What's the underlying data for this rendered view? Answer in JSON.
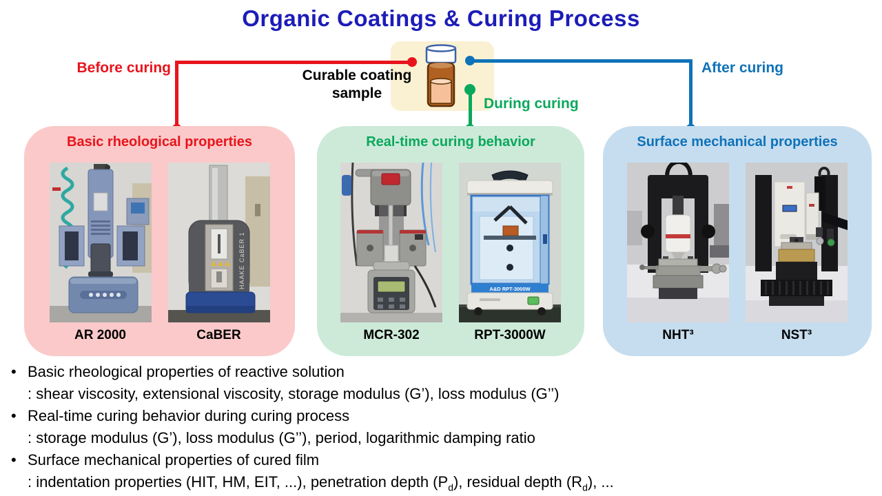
{
  "title": "Organic Coatings & Curing Process",
  "sample": {
    "label": "Curable coating sample"
  },
  "branches": {
    "before": "Before curing",
    "during": "During curing",
    "after": "After curing"
  },
  "colors": {
    "title_blue": "#1c1cb8",
    "before_red": "#e8141c",
    "during_green": "#0aa85c",
    "after_blue": "#0e72b8",
    "panel_pink_bg": "#fbc9c9",
    "panel_green_bg": "#cdead9",
    "panel_blue_bg": "#c6ddef",
    "sample_box_bg": "#faf1d3"
  },
  "panels": [
    {
      "title": "Basic rheological properties",
      "instruments": [
        {
          "name": "AR 2000"
        },
        {
          "name": "CaBER",
          "photo_text": "HAAKE CaBER 1"
        }
      ]
    },
    {
      "title": "Real-time curing behavior",
      "instruments": [
        {
          "name": "MCR-302"
        },
        {
          "name": "RPT-3000W",
          "photo_text": "A&D RPT-3000W"
        }
      ]
    },
    {
      "title": "Surface mechanical properties",
      "instruments": [
        {
          "name": "NHT³"
        },
        {
          "name": "NST³"
        }
      ]
    }
  ],
  "bullet_marker": "•",
  "bullets": [
    {
      "heading": "Basic rheological properties of reactive solution",
      "detail": ": shear viscosity, extensional viscosity, storage modulus (G’), loss modulus (G’’)"
    },
    {
      "heading": "Real-time curing behavior during curing process",
      "detail": ": storage modulus (G’), loss modulus (G’’), period, logarithmic damping ratio"
    },
    {
      "heading": "Surface mechanical properties of cured film",
      "detail_parts": {
        "p1": ": indentation properties (HIT, HM, EIT, ...), penetration depth (P",
        "sub1": "d",
        "p2": "), residual depth (R",
        "sub2": "d",
        "p3": "), ..."
      }
    }
  ]
}
